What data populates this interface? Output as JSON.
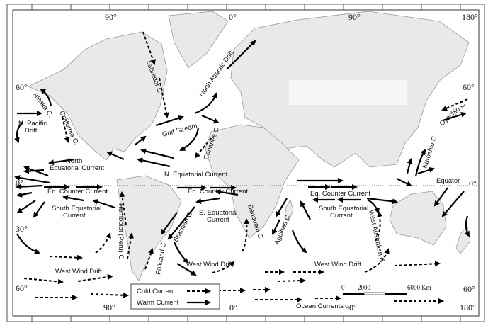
{
  "title": "Ocean Currents",
  "degree_labels": {
    "top_90w": "90°",
    "top_0": "0°",
    "top_90e": "90°",
    "top_180": "180°",
    "left_60n": "60°",
    "left_0": "0°",
    "left_30s": "30°",
    "left_60s": "60°",
    "right_60n": "60°",
    "right_0": "0°",
    "right_60s": "60°",
    "bottom_90w": "90°",
    "bottom_0": "0°",
    "bottom_90e": "90°",
    "bottom_180": "180°"
  },
  "currents": {
    "alaska": "Alaska C.",
    "n_pacific_1": "N. Pacific",
    "n_pacific_2": "Drift",
    "california": "California C.",
    "labrador": "Labrador C.",
    "north_atlantic": "North Atlantic Drift",
    "gulf_stream": "Gulf Stream",
    "canaries": "Canaries C",
    "north_eq_1": "North",
    "north_eq_2": "Equatorial Current",
    "n_eq": "N. Equatorial Current",
    "eq_counter_1": "Eq. Counter Current",
    "eq_counter_2": "Eq. Counter Current",
    "eq_counter_3": "Eq. Counter Current",
    "south_eq_1a": "South Equatorial",
    "south_eq_1b": "Current",
    "humboldt": "Humboldt (Peru) C",
    "s_eq_a": "S. Equatorial",
    "s_eq_b": "Current",
    "brazilian": "Brazilian C",
    "benguela": "Benguela C",
    "falkland": "Falkland C",
    "west_wind_1": "West Wind Drift",
    "west_wind_2": "West Wind Drift",
    "west_wind_3": "West Wind Drift",
    "agulhas": "Agulhas C",
    "south_eq_2a": "South Equatorial",
    "south_eq_2b": "Current",
    "west_australian": "West Australian C",
    "kuroshio": "Kuroshio C",
    "oyashio": "Oyashio C",
    "equator": "Equator"
  },
  "legend": {
    "cold": "Cold Current",
    "warm": "Warm Current"
  },
  "scale": {
    "zero": "0",
    "mid": "2000",
    "end": "6000 Km"
  }
}
